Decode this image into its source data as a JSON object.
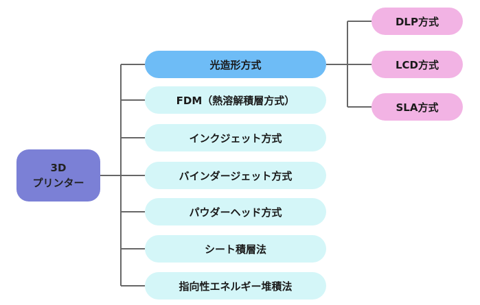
{
  "root": {
    "line1": "3D",
    "line2": "プリンター"
  },
  "methods": [
    {
      "label": "光造形方式"
    },
    {
      "label": "FDM（熱溶解積層方式）"
    },
    {
      "label": "インクジェット方式"
    },
    {
      "label": "バインダージェット方式"
    },
    {
      "label": "パウダーヘッド方式"
    },
    {
      "label": "シート積層法"
    },
    {
      "label": "指向性エネルギー堆積法"
    }
  ],
  "sub_methods": [
    {
      "label": "DLP方式"
    },
    {
      "label": "LCD方式"
    },
    {
      "label": "SLA方式"
    }
  ],
  "colors": {
    "root_fill": "#7b80d6",
    "highlight_fill": "#6ebcf6",
    "method_fill": "#d4f6f8",
    "sub_fill": "#f2b3e4",
    "line": "#666666"
  }
}
